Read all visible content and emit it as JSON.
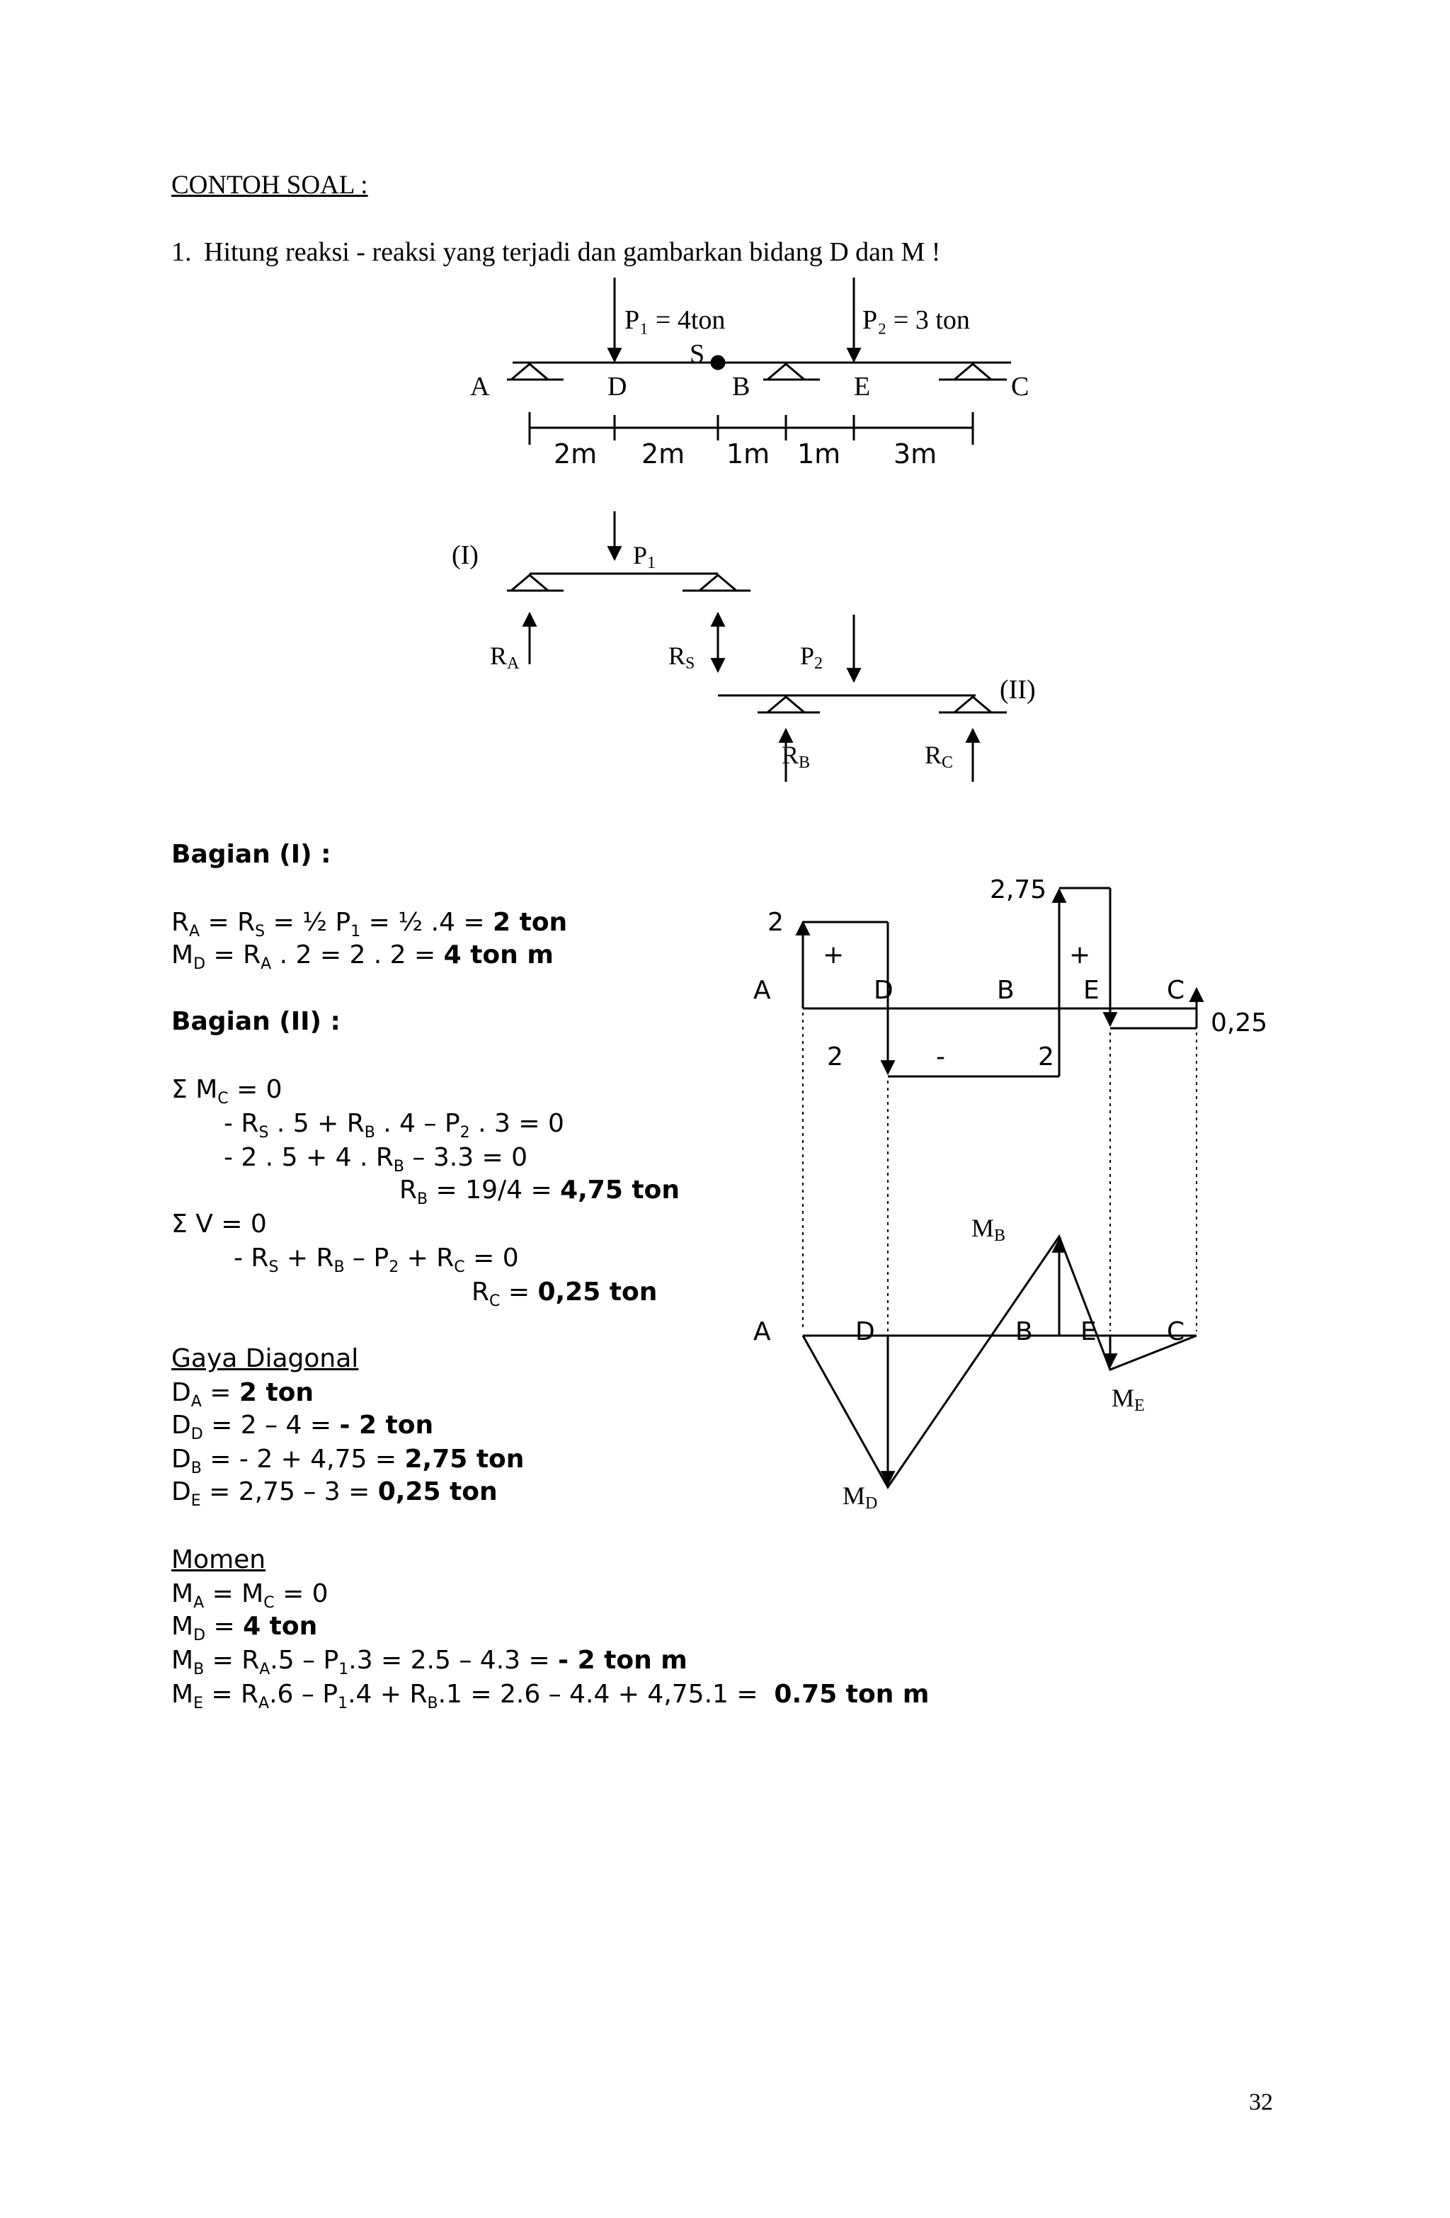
{
  "heading": "CONTOH SOAL :",
  "problem": {
    "number": "1.",
    "text": "Hitung reaksi - reaksi yang terjadi dan gambarkan bidang D dan M !"
  },
  "beam": {
    "p1_label": "P₁ = 4ton",
    "p2_label": "P₂ = 3 ton",
    "points": {
      "A": "A",
      "D": "D",
      "S": "S",
      "B": "B",
      "E": "E",
      "C": "C"
    },
    "spans": [
      "2m",
      "2m",
      "1m",
      "1m",
      "3m"
    ]
  },
  "freebody": {
    "part1_label": "(I)",
    "part2_label": "(II)",
    "p1": "P₁",
    "p2": "P₂",
    "ra": "Rᴬ",
    "rs": "Rs",
    "rb": "Rʙ",
    "rc": "Rc"
  },
  "bagian1": {
    "title": "Bagian (I) :",
    "line1": {
      "text": "R",
      "full": "RA = RS = ½ P1 = ½ .4 = ",
      "result": "2 ton"
    },
    "line2": {
      "full": "MD = RA . 2 = 2 . 2 = ",
      "result": "4 ton m"
    }
  },
  "bagian2": {
    "title": "Bagian (II) :",
    "eq1": "Σ MC = 0",
    "eq2": "- RS . 5 + RB . 4 – P2 . 3 = 0",
    "eq3": "- 2 . 5 +  4 . RB – 3.3 = 0",
    "eq4": {
      "text": "RB  = 19/4 = ",
      "result": "4,75 ton"
    },
    "eq5": "Σ V = 0",
    "eq6": "- RS + RB – P2 + RC = 0",
    "eq7": {
      "text": "RC = ",
      "result": "0,25 ton"
    }
  },
  "gaya": {
    "title": "Gaya Diagonal",
    "da": {
      "text": "DA = ",
      "result": "2 ton"
    },
    "dd": {
      "text": "DD = 2 – 4 = ",
      "result": "- 2 ton"
    },
    "db": {
      "text": "DB = - 2 + 4,75 = ",
      "result": "2,75 ton"
    },
    "de": {
      "text": "DE = 2,75 – 3 = ",
      "result": "0,25 ton"
    }
  },
  "momen": {
    "title": "Momen",
    "ma": "MA = MC = 0",
    "md": {
      "text": "MD = ",
      "result": "4 ton"
    },
    "mb": {
      "text": "MB = RA.5 – P1.3 = 2.5 – 4.3 = ",
      "result": "- 2 ton m"
    },
    "me": {
      "text": "ME = RA.6 – P1.4 + RB.1 = 2.6 – 4.4 + 4,75.1 =  ",
      "result": "0.75 ton m"
    }
  },
  "shear_diagram": {
    "labels": {
      "v2": "2",
      "v275": "2,75",
      "plus1": "+",
      "plus2": "+",
      "minus": "-",
      "vneg2a": "2",
      "vneg2b": "2",
      "v025": "0,25",
      "A": "A",
      "D": "D",
      "B": "B",
      "E": "E",
      "C": "C"
    }
  },
  "moment_diagram": {
    "labels": {
      "A": "A",
      "D": "D",
      "B": "B",
      "E": "E",
      "C": "C",
      "MB": "MB",
      "ME": "ME",
      "MD": "MD"
    }
  },
  "page_number": "32"
}
